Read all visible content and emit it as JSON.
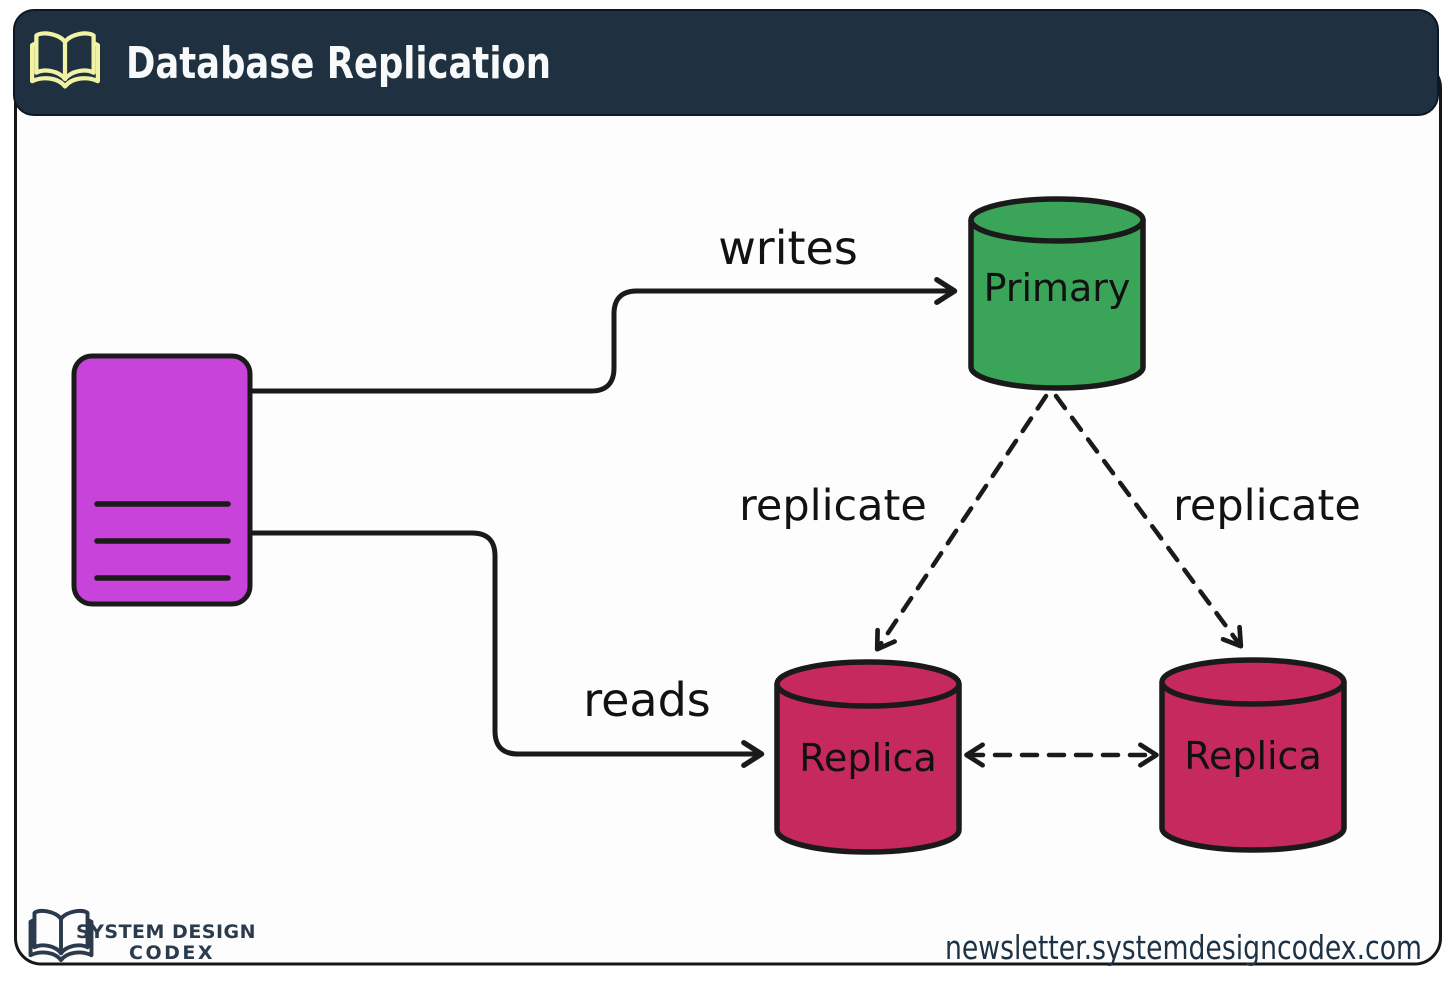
{
  "header": {
    "title": "Database Replication",
    "icon": "open-book-icon"
  },
  "diagram": {
    "nodes": [
      {
        "id": "client",
        "label": "",
        "shape": "rounded-rect",
        "color": "#c843da"
      },
      {
        "id": "primary",
        "label": "Primary",
        "shape": "cylinder",
        "color": "#3aa559"
      },
      {
        "id": "replica-1",
        "label": "Replica",
        "shape": "cylinder",
        "color": "#c6295e"
      },
      {
        "id": "replica-2",
        "label": "Replica",
        "shape": "cylinder",
        "color": "#c6295e"
      }
    ],
    "edges": [
      {
        "from": "client",
        "to": "primary",
        "label": "writes",
        "style": "solid-arrow"
      },
      {
        "from": "client",
        "to": "replica-1",
        "label": "reads",
        "style": "solid-arrow"
      },
      {
        "from": "primary",
        "to": "replica-1",
        "label": "replicate",
        "style": "dashed-arrow"
      },
      {
        "from": "primary",
        "to": "replica-2",
        "label": "replicate",
        "style": "dashed-arrow"
      },
      {
        "from": "replica-1",
        "to": "replica-2",
        "label": "",
        "style": "dashed-double-arrow"
      }
    ]
  },
  "footer": {
    "logo_icon": "open-book-icon",
    "logo_text_line1": "SYSTEM DESIGN",
    "logo_text_line2": "CODEX",
    "url": "newsletter.systemdesigncodex.com"
  },
  "colors": {
    "header_bg": "#1f3141",
    "header_icon": "#f1f2a3",
    "outline": "#1a1a1a",
    "client_fill": "#c843da",
    "primary_fill": "#3aa559",
    "replica_fill": "#c6295e",
    "footer_text": "#2b3b4d"
  }
}
